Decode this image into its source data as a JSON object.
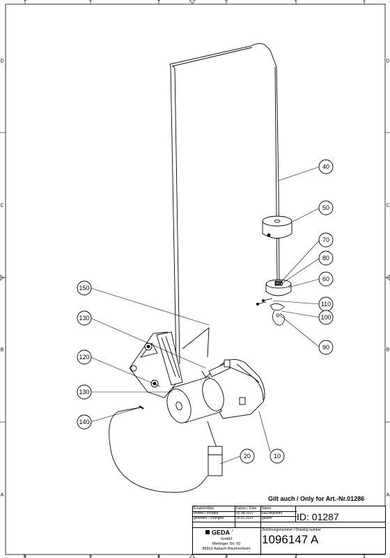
{
  "callouts": [
    "10",
    "20",
    "40",
    "50",
    "60",
    "70",
    "80",
    "90",
    "100",
    "110",
    "120",
    "130",
    "130",
    "140",
    "150"
  ],
  "ruler": {
    "columns": [
      "6",
      "5",
      "4",
      "3",
      "2",
      "1"
    ],
    "rows": [
      "D",
      "C",
      "B",
      "A"
    ]
  },
  "note": "Gilt auch / Only for Art.-Nr.01286",
  "title_block": {
    "rows": [
      {
        "label": "Ersatzteilliste",
        "date": "",
        "name": ""
      },
      {
        "label": "erstellt / created",
        "date": "02.08.2017",
        "name": "GEDA\\pseter"
      },
      {
        "label": "geändert / changed",
        "date": "26.01.2021",
        "name": "gaister"
      }
    ],
    "header_date": "Datum / Date",
    "header_name": "Name",
    "id_label": "ID:",
    "id_value": "01287",
    "drawing_number_label": "Zeichnungsnummer / Drawing number",
    "drawing_number": "1096147 A",
    "logo_text": "GEDA",
    "company": [
      "GmbH",
      "Mertinger Str. 60",
      "86663 Asbach-Bäumenheim"
    ]
  }
}
